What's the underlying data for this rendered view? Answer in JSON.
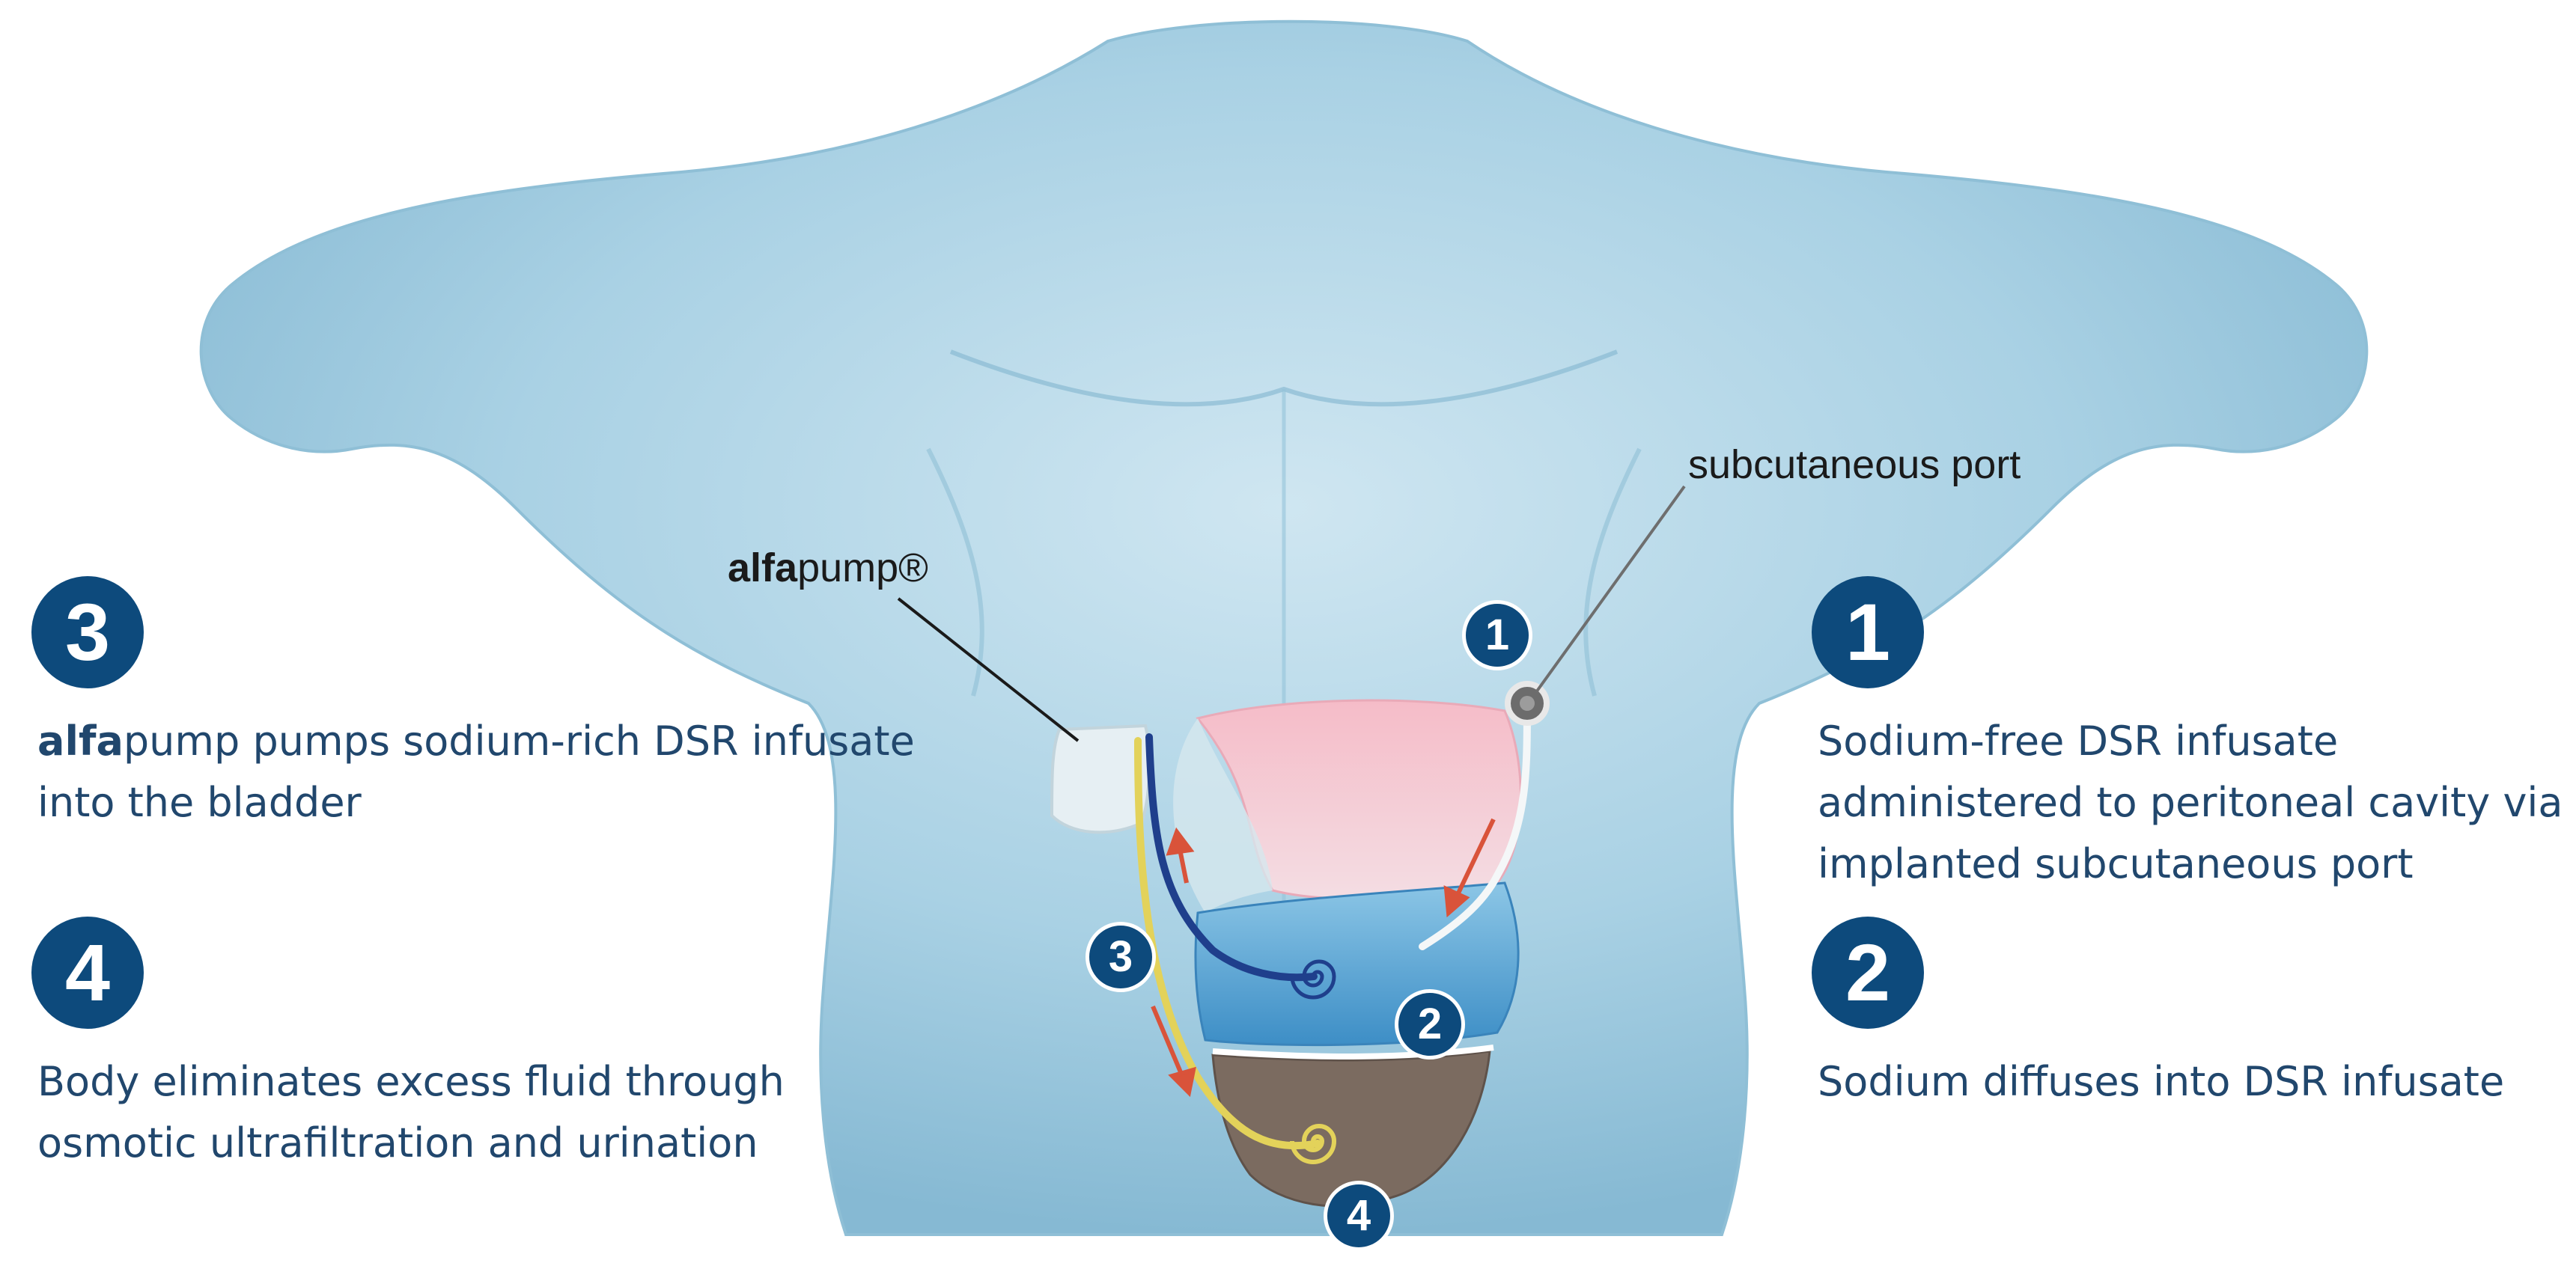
{
  "labels": {
    "pump_bold": "alfa",
    "pump_rest": "pump®",
    "port": "subcutaneous port"
  },
  "steps": [
    {
      "number": "1",
      "lines": [
        "Sodium-free DSR infusate",
        "administered to peritoneal cavity via",
        "implanted subcutaneous port"
      ]
    },
    {
      "number": "2",
      "lines": [
        "Sodium diffuses into DSR infusate"
      ]
    },
    {
      "number": "3",
      "bold": "alfa",
      "lines": [
        "pump pumps sodium-rich DSR infusate",
        "into the bladder"
      ]
    },
    {
      "number": "4",
      "lines": [
        "Body eliminates excess fluid through",
        "osmotic ultrafiltration and urination"
      ]
    }
  ],
  "colors": {
    "badge": "#0d4a7c",
    "text": "#21476d",
    "body": "#a9d1e4",
    "peritoneal_pink": "#f2c6cf",
    "fluid_blue": "#4f9fd2",
    "bladder_brown": "#7b6b60",
    "tube_yellow": "#e3d25a",
    "tube_navy": "#1f3f8c",
    "arrow_red": "#d9533a"
  }
}
